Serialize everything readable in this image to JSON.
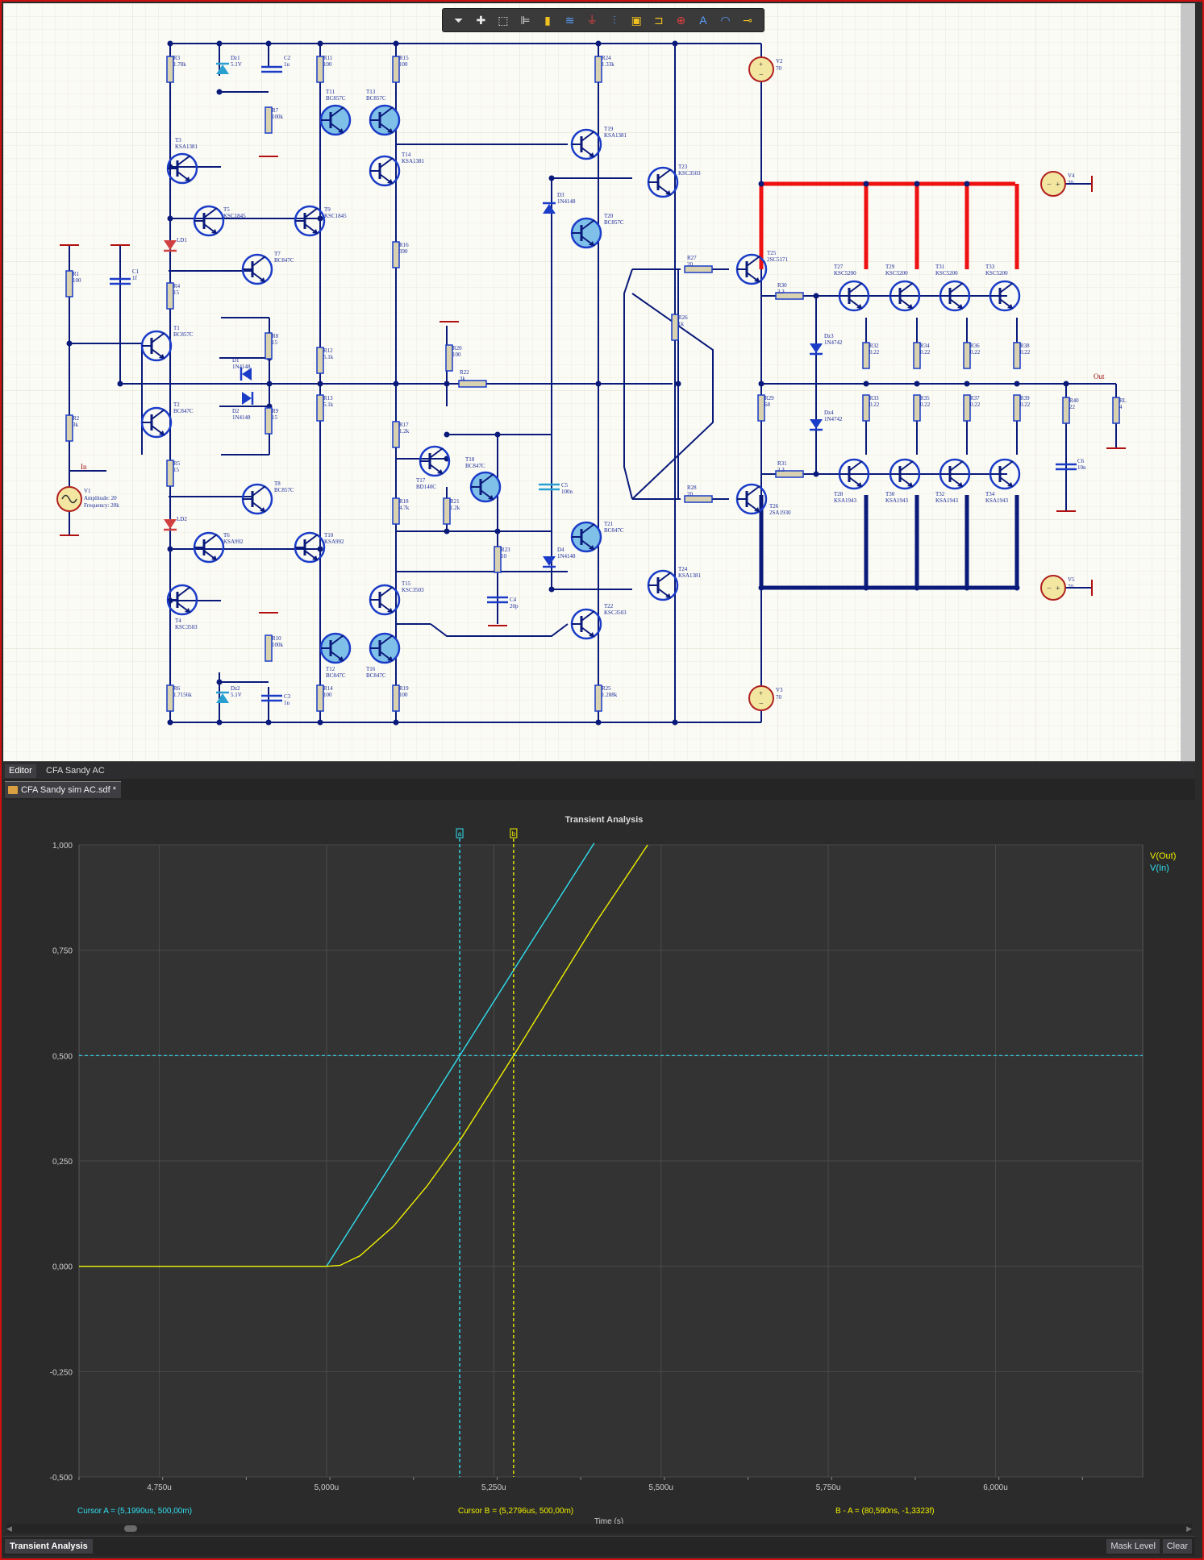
{
  "schematic": {
    "title": "CFA Sandy",
    "net_labels": {
      "in": "In",
      "out": "Out"
    },
    "sources": [
      {
        "ref": "V1",
        "lines": [
          "V1",
          "Amplitude: 20",
          "Frequency: 20k"
        ]
      },
      {
        "ref": "V2",
        "lines": [
          "V2",
          "70"
        ]
      },
      {
        "ref": "V3",
        "lines": [
          "V3",
          "70"
        ]
      },
      {
        "ref": "V4",
        "lines": [
          "V4",
          "70"
        ]
      },
      {
        "ref": "V5",
        "lines": [
          "V5",
          "70"
        ]
      }
    ],
    "transistors": [
      {
        "ref": "T1",
        "part": "BC857C"
      },
      {
        "ref": "T2",
        "part": "BC847C"
      },
      {
        "ref": "T3",
        "part": "KSA1381"
      },
      {
        "ref": "T4",
        "part": "KSC3503"
      },
      {
        "ref": "T5",
        "part": "KSC1845"
      },
      {
        "ref": "T6",
        "part": "KSA992"
      },
      {
        "ref": "T7",
        "part": "BC847C"
      },
      {
        "ref": "T8",
        "part": "BC857C"
      },
      {
        "ref": "T9",
        "part": "KSC1845"
      },
      {
        "ref": "T10",
        "part": "KSA992"
      },
      {
        "ref": "T11",
        "part": "BC857C"
      },
      {
        "ref": "T12",
        "part": "BC847C"
      },
      {
        "ref": "T13",
        "part": "BC857C"
      },
      {
        "ref": "T14",
        "part": "KSA1381"
      },
      {
        "ref": "T15",
        "part": "KSC3503"
      },
      {
        "ref": "T16",
        "part": "BC847C"
      },
      {
        "ref": "T17",
        "part": "BD140C"
      },
      {
        "ref": "T18",
        "part": "BC847C"
      },
      {
        "ref": "T19",
        "part": "KSA1381"
      },
      {
        "ref": "T20",
        "part": "BC857C"
      },
      {
        "ref": "T21",
        "part": "BC847C"
      },
      {
        "ref": "T22",
        "part": "KSC3503"
      },
      {
        "ref": "T23",
        "part": "KSC3503"
      },
      {
        "ref": "T24",
        "part": "KSA1381"
      },
      {
        "ref": "T25",
        "part": "2SC5171"
      },
      {
        "ref": "T26",
        "part": "2SA1930"
      },
      {
        "ref": "T27",
        "part": "KSC5200"
      },
      {
        "ref": "T29",
        "part": "KSC5200"
      },
      {
        "ref": "T31",
        "part": "KSC5200"
      },
      {
        "ref": "T33",
        "part": "KSC5200"
      },
      {
        "ref": "T28",
        "part": "KSA1943"
      },
      {
        "ref": "T30",
        "part": "KSA1943"
      },
      {
        "ref": "T32",
        "part": "KSA1943"
      },
      {
        "ref": "T34",
        "part": "KSA1943"
      }
    ],
    "resistors": [
      {
        "ref": "R1",
        "value": "100"
      },
      {
        "ref": "R2",
        "value": "3k"
      },
      {
        "ref": "R3",
        "value": "1.78k"
      },
      {
        "ref": "R4",
        "value": "15"
      },
      {
        "ref": "R5",
        "value": "15"
      },
      {
        "ref": "R6",
        "value": "1.7156k"
      },
      {
        "ref": "R7",
        "value": "100k"
      },
      {
        "ref": "R8",
        "value": "15"
      },
      {
        "ref": "R9",
        "value": "15"
      },
      {
        "ref": "R10",
        "value": "100k"
      },
      {
        "ref": "R11",
        "value": "100"
      },
      {
        "ref": "R12",
        "value": "5.1k"
      },
      {
        "ref": "R13",
        "value": "5.1k"
      },
      {
        "ref": "R14",
        "value": "100"
      },
      {
        "ref": "R15",
        "value": "100"
      },
      {
        "ref": "R16",
        "value": "390"
      },
      {
        "ref": "R17",
        "value": "1.2k"
      },
      {
        "ref": "R18",
        "value": "4.7k"
      },
      {
        "ref": "R19",
        "value": "100"
      },
      {
        "ref": "R20",
        "value": "100"
      },
      {
        "ref": "R21",
        "value": "1.2k"
      },
      {
        "ref": "R22",
        "value": "3k"
      },
      {
        "ref": "R23",
        "value": "10"
      },
      {
        "ref": "R24",
        "value": "1.33k"
      },
      {
        "ref": "R25",
        "value": "1.288k"
      },
      {
        "ref": "R26",
        "value": "1k"
      },
      {
        "ref": "R27",
        "value": "20"
      },
      {
        "ref": "R28",
        "value": "20"
      },
      {
        "ref": "R29",
        "value": "68"
      },
      {
        "ref": "R30",
        "value": "3.3"
      },
      {
        "ref": "R31",
        "value": "3.3"
      },
      {
        "ref": "R32",
        "value": "0.22"
      },
      {
        "ref": "R33",
        "value": "0.22"
      },
      {
        "ref": "R34",
        "value": "0.22"
      },
      {
        "ref": "R35",
        "value": "0.22"
      },
      {
        "ref": "R36",
        "value": "0.22"
      },
      {
        "ref": "R37",
        "value": "0.22"
      },
      {
        "ref": "R38",
        "value": "0.22"
      },
      {
        "ref": "R39",
        "value": "0.22"
      },
      {
        "ref": "R40",
        "value": "22"
      },
      {
        "ref": "RL",
        "value": "4"
      }
    ],
    "capacitors": [
      {
        "ref": "C1",
        "value": "1f"
      },
      {
        "ref": "C2",
        "value": "1u"
      },
      {
        "ref": "C3",
        "value": "1u"
      },
      {
        "ref": "C4",
        "value": "20p"
      },
      {
        "ref": "C5",
        "value": "100n"
      },
      {
        "ref": "C6",
        "value": "10n"
      }
    ],
    "diodes": [
      {
        "ref": "D1",
        "part": "1N4148"
      },
      {
        "ref": "D2",
        "part": "1N4148"
      },
      {
        "ref": "D3",
        "part": "1N4148"
      },
      {
        "ref": "D4",
        "part": "1N4148"
      },
      {
        "ref": "Dz1",
        "part": "5.1V"
      },
      {
        "ref": "Dz2",
        "part": "5.1V"
      },
      {
        "ref": "Dz3",
        "part": "1N4742"
      },
      {
        "ref": "Dz4",
        "part": "1N4742"
      },
      {
        "ref": "LD1",
        "part": ""
      },
      {
        "ref": "LD2",
        "part": ""
      }
    ],
    "colors": {
      "wire": "#0a1a7a",
      "component": "#1a3cc8",
      "fill": "#7fc0e8",
      "source": "#f3e6a0",
      "label": "#1a2b9a",
      "highlight_pos": "#ee1111",
      "net_label": "#a01010"
    }
  },
  "toolbar": {
    "icons": [
      "filter-icon",
      "cross-icon",
      "select-rect-icon",
      "align-icon",
      "component-icon",
      "signal-icon",
      "ground-icon",
      "bus-icon",
      "part-icon",
      "port-icon",
      "probe-icon",
      "text-icon",
      "arc-icon",
      "power-icon"
    ]
  },
  "tabs": {
    "editor": "Editor",
    "project": "CFA Sandy AC"
  },
  "document_tab": {
    "name": "CFA Sandy sim AC.sdf *"
  },
  "plot": {
    "title": "Transient Analysis",
    "legend": [
      {
        "label": "V(Out)",
        "color": "#f0f000"
      },
      {
        "label": "V(In)",
        "color": "#30e0f0"
      }
    ],
    "cursor_a": {
      "tag": "a",
      "label": "Cursor A = (5,1990us, 500,00m)",
      "x": 5.199,
      "color": "#30e0f0"
    },
    "cursor_b": {
      "tag": "b",
      "label": "Cursor B = (5,2796us, 500,00m)",
      "x": 5.2796,
      "color": "#f0f000"
    },
    "delta_label": "B - A = (80,590ns, -1,3323f)",
    "bottom_tab": "Transient Analysis",
    "mask_level": "Mask Level",
    "clear": "Clear"
  },
  "chart_data": {
    "type": "line",
    "title": "Transient Analysis",
    "xlabel": "Time (s)",
    "ylabel": "",
    "xlim": [
      4.63,
      6.22
    ],
    "ylim": [
      -0.5,
      1.0
    ],
    "x_ticks": [
      {
        "value": 4.75,
        "label": "4,750u"
      },
      {
        "value": 5.0,
        "label": "5,000u"
      },
      {
        "value": 5.25,
        "label": "5,250u"
      },
      {
        "value": 5.5,
        "label": "5,500u"
      },
      {
        "value": 5.75,
        "label": "5,750u"
      },
      {
        "value": 6.0,
        "label": "6,000u"
      }
    ],
    "y_ticks": [
      {
        "value": 1.0,
        "label": "1,000"
      },
      {
        "value": 0.75,
        "label": "0,750"
      },
      {
        "value": 0.5,
        "label": "0,500"
      },
      {
        "value": 0.25,
        "label": "0,250"
      },
      {
        "value": 0.0,
        "label": "0,000"
      },
      {
        "value": -0.25,
        "label": "-0,250"
      },
      {
        "value": -0.5,
        "label": "-0,500"
      }
    ],
    "grid": true,
    "legend_position": "top-right",
    "series": [
      {
        "name": "V(In)",
        "color": "#30e0f0",
        "x": [
          4.63,
          5.0,
          5.1,
          5.199,
          5.3,
          5.4
        ],
        "y": [
          0.0,
          0.0,
          0.251,
          0.5,
          0.754,
          1.004
        ]
      },
      {
        "name": "V(Out)",
        "color": "#f0f000",
        "x": [
          4.63,
          5.0,
          5.02,
          5.05,
          5.1,
          5.15,
          5.199,
          5.2796,
          5.35,
          5.4,
          5.48
        ],
        "y": [
          0.0,
          0.0,
          0.002,
          0.025,
          0.095,
          0.19,
          0.298,
          0.5,
          0.682,
          0.81,
          1.0
        ]
      }
    ],
    "hlines": [
      {
        "y": 0.5,
        "color": "#30e0f0",
        "dashed": true
      }
    ]
  }
}
